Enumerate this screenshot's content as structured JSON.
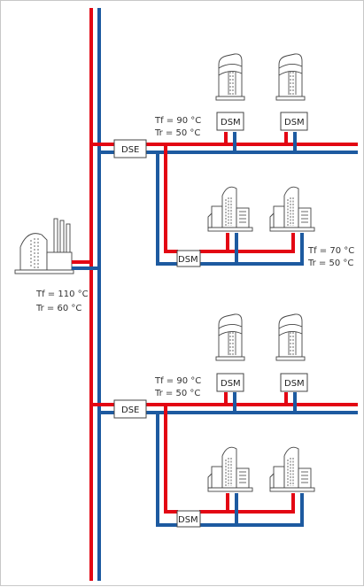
{
  "colors": {
    "supply": "#e30613",
    "return": "#1d5aa0",
    "outline": "#444444"
  },
  "plant": {
    "label_tf": "Tf = 110 °C",
    "label_tr": "Tr = 60 °C",
    "icon": "power-plant-icon"
  },
  "branches": [
    {
      "dse_label": "DSE",
      "tf": "Tf = 90 °C",
      "tr": "Tr = 50 °C",
      "dsm_upper": [
        "DSM",
        "DSM"
      ],
      "dsm_lower": "DSM",
      "lower_tf": "Tf = 70 °C",
      "lower_tr": "Tr = 50 °C"
    },
    {
      "dse_label": "DSE",
      "tf": "Tf = 90 °C",
      "tr": "Tr = 50 °C",
      "dsm_upper": [
        "DSM",
        "DSM"
      ],
      "dsm_lower": "DSM",
      "lower_tf": "",
      "lower_tr": ""
    }
  ],
  "icons": {
    "tower": "tower-building-icon",
    "residential": "residential-building-icon"
  }
}
